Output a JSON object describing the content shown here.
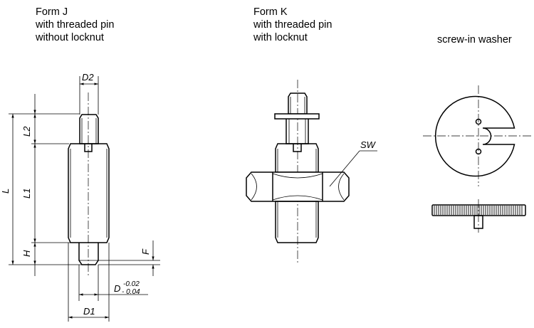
{
  "captions": {
    "form_j": [
      "Form J",
      "with threaded pin",
      "without locknut"
    ],
    "form_k": [
      "Form K",
      "with threaded pin",
      "with locknut"
    ],
    "washer": [
      "screw-in washer"
    ]
  },
  "dimensions": {
    "d2": "D2",
    "l2": "L2",
    "l": "L",
    "l1": "L1",
    "h": "H",
    "f": "F",
    "d": "D",
    "d_tol_upper": "-0.02",
    "d_tol_lower": "- 0.04",
    "d1": "D1",
    "sw": "SW"
  }
}
